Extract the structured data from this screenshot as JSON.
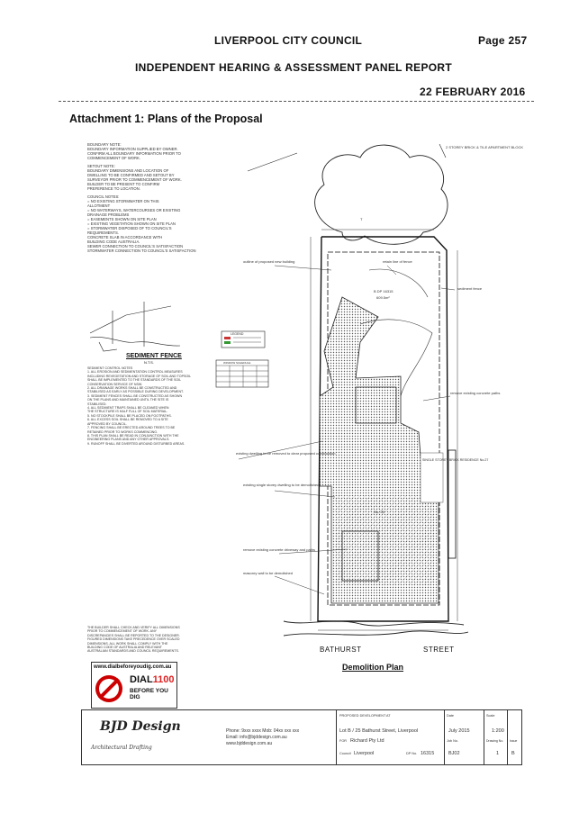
{
  "header": {
    "council": "LIVERPOOL CITY COUNCIL",
    "page": "Page 257",
    "panel_report": "INDEPENDENT HEARING & ASSESSMENT PANEL REPORT",
    "date": "22 FEBRUARY 2016"
  },
  "attachment_title": "Attachment 1: Plans of the Proposal",
  "plan": {
    "boundary_note": [
      "BOUNDARY NOTE:",
      "BOUNDARY INFORMATION SUPPLIED BY OWNER.",
      "CONFIRM ALL BOUNDARY INFORMATION PRIOR TO",
      "COMMENCEMENT OF WORK."
    ],
    "setout_note": [
      "SETOUT NOTE:",
      "BOUNDARY DIMENSIONS AND LOCATION OF",
      "DWELLING TO BE CONFIRMED AND SETOUT BY",
      "SURVEYOR PRIOR TO COMMENCEMENT OF WORK.",
      "BUILDER TO BE PRESENT TO CONFIRM",
      "PREFERENCE TO LOCATION."
    ],
    "council_notes": [
      "COUNCIL NOTES:",
      "= NO EXISTING STORMWATER ON THIS",
      "ALLOTMENT",
      "= NO WATERWAYS, WATERCOURSES OR EXISTING",
      "DRAINAGE PROBLEMS",
      "= EASEMENTS SHOWN ON SITE PLAN",
      "= EXISTING VEGETATION SHOWN ON SITE PLAN",
      "= STORMWATER DISPOSED OF TO COUNCIL'S",
      "REQUIREMENTS.",
      "CONCRETE SLAB IN ACCORDANCE WITH",
      "BUILDING CODE AUSTRALIA.",
      "SEWER CONNECTION TO COUNCIL'S SATISFACTION",
      "STORMWATER CONNECTION TO COUNCIL'S SATISFACTION"
    ],
    "sediment_fence": "SEDIMENT FENCE",
    "sediment_scale": "N.T.S.",
    "sediment_notes": [
      "SEDIMENT CONTROL NOTES",
      "1. ALL EROSION AND SEDIMENTATION CONTROL MEASURES",
      "INCLUDING REVEGETATION AND STORAGE OF SOIL AND TOPSOIL",
      "SHALL BE IMPLEMENTED TO THE STANDARDS OF THE SOIL",
      "CONSERVATION SERVICE OF NSW.",
      "2. ALL DRAINAGE WORKS SHALL BE CONSTRUCTED AND",
      "STABILISED AS EARLY AS POSSIBLE DURING DEVELOPMENT.",
      "3. SEDIMENT FENCES SHALL BE CONSTRUCTED AS SHOWN",
      "ON THE PLANS AND MAINTAINED UNTIL THE SITE IS",
      "STABILISED.",
      "4. ALL SEDIMENT TRAPS SHALL BE CLEANED WHEN",
      "THE STRUCTURE IS HALF FULL OF SOIL MATERIAL.",
      "5. NO STOCKPILE SHALL BE PLACED ON FOOTPATHS.",
      "6. ALL EXCESS SOIL SHALL BE REMOVED TO A SITE",
      "APPROVED BY COUNCIL.",
      "7. FENCING SHALL BE ERECTED AROUND TREES TO BE",
      "RETAINED PRIOR TO WORKS COMMENCING.",
      "8. THIS PLAN SHALL BE READ IN CONJUNCTION WITH THE",
      "ENGINEERING PLANS AND ANY OTHER APPROVALS.",
      "9. RUNOFF SHALL BE DIVERTED AROUND DISTURBED AREAS."
    ],
    "labels": {
      "outline_building": "outline of proposed new building",
      "retain_tree": "retain line of fence",
      "sediment_fence_label": "sediment fence",
      "existing_dwelling": "existing dwelling to be removed to clear proposed construction",
      "remove_concrete": "remove existing concrete paths",
      "single_storey": "existing single storey dwelling to be demolished",
      "remove_driveway": "remove existing concrete driveway and paths",
      "masonry_wall": "masonry wall to be demolished",
      "single_storey_residence": "SINGLE STOREY BRICK RESIDENCE No.27",
      "neighbour": "2 STOREY BRICK & TILE APARTMENT BLOCK",
      "lot": "B DP 16315",
      "area": "609.5m²",
      "lot_no_25": "No. 25",
      "legend_title": "LEGEND",
      "schedule_title": "WINDOW SCHEDULE"
    },
    "street_left": "BATHURST",
    "street_right": "STREET",
    "plan_title": "Demolition Plan",
    "caution_text": [
      "THE BUILDER SHALL CHECK AND VERIFY ALL DIMENSIONS",
      "PRIOR TO COMMENCEMENT OF WORK. ANY",
      "DISCREPANCIES SHALL BE REPORTED TO THE DESIGNER.",
      "FIGURED DIMENSIONS TAKE PRECEDENCE OVER SCALED",
      "DIMENSIONS. ALL WORK SHALL COMPLY WITH THE",
      "BUILDING CODE OF AUSTRALIA AND RELEVANT",
      "AUSTRALIAN STANDARDS AND COUNCIL REQUIREMENTS."
    ],
    "dbyd": {
      "url": "www.dialbeforeyoudig.com.au",
      "dial": "DIAL",
      "number": "1100",
      "before": "BEFORE YOU DIG"
    },
    "title_block": {
      "brand": "BJD Design",
      "brand_sub": "Architectural Drafting",
      "contact": [
        "Phone: 9xxx xxxx  Mob: 04xx xxx xxx",
        "Email: info@bjddesign.com.au",
        "www.bjddesign.com.au"
      ],
      "project_label": "PROPOSED DEVELOPMENT AT",
      "address": "Lot B / 25 Bathurst Street, Liverpool",
      "client_label": "FOR",
      "client": "Richard Pty Ltd",
      "council_label": "Council",
      "council": "Liverpool",
      "dp_label": "DP No.",
      "dp": "16315",
      "date_label": "Date",
      "date": "July 2015",
      "scale_label": "Scale",
      "scale": "1:200",
      "job_label": "Job No.",
      "job": "BJ02",
      "sheet_label": "Drawing No.",
      "sheet": "1",
      "issue_label": "Issue",
      "issue": "B"
    }
  }
}
